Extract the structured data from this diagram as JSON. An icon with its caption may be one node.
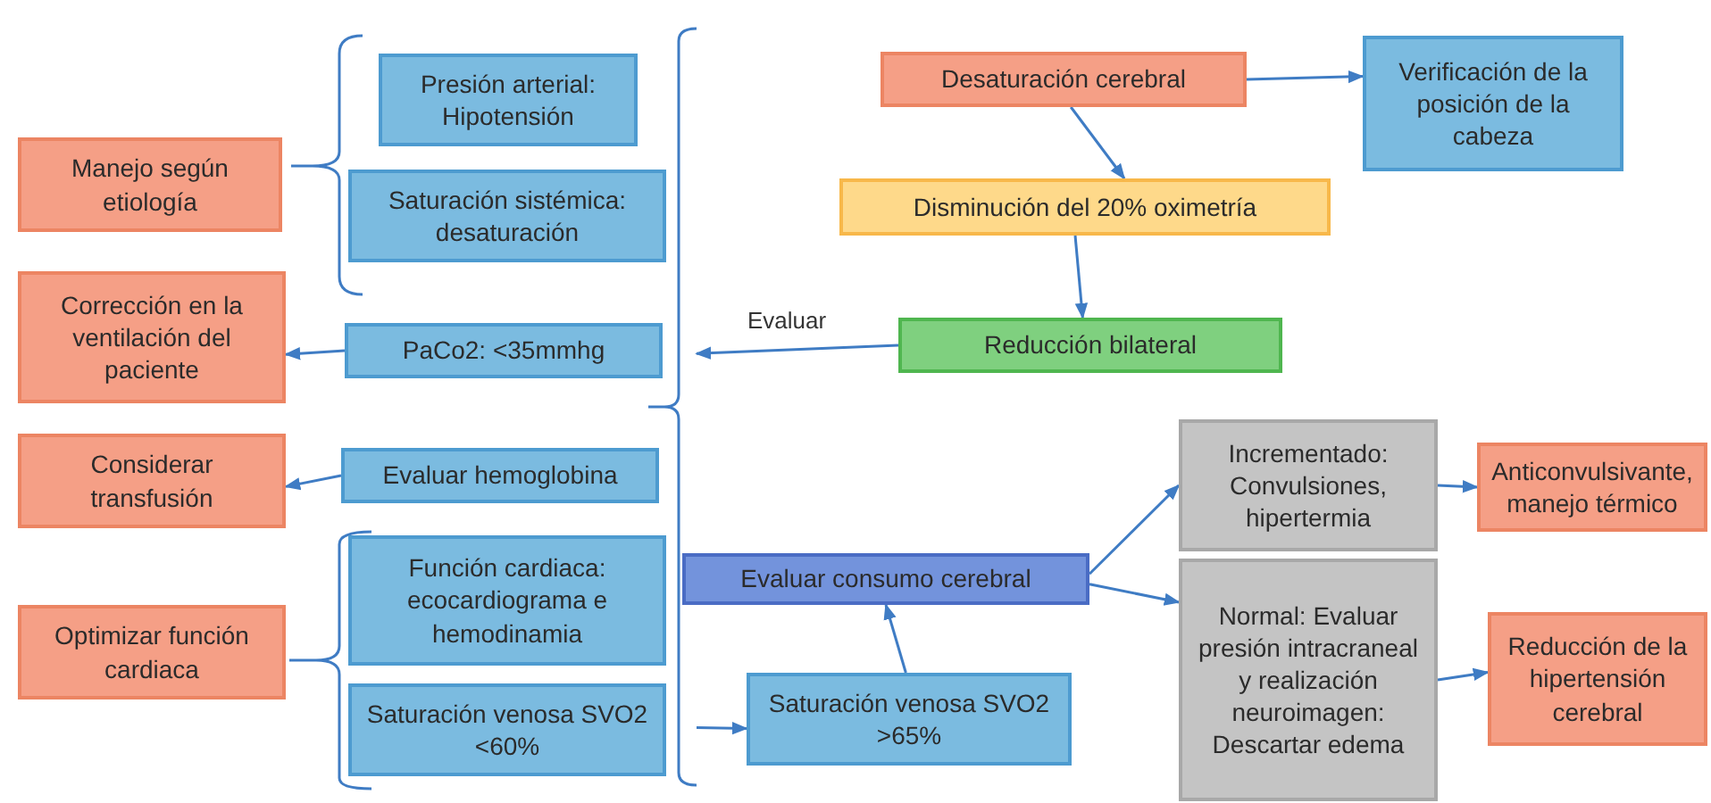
{
  "diagram": {
    "nodes": [
      {
        "text": [
          "Desaturación cerebral"
        ]
      },
      {
        "text": [
          "Verificación de la posición de la cabeza"
        ]
      },
      {
        "text": [
          "Disminución del 20% oximetría"
        ]
      },
      {
        "text": [
          "Reducción bilateral"
        ]
      },
      {
        "text": [
          "Manejo según etiología"
        ]
      },
      {
        "text": [
          "Presión arterial: Hipotensión"
        ]
      },
      {
        "text": [
          "Saturación sistémica: desaturación"
        ]
      },
      {
        "text": [
          "Corrección en la ventilación del paciente"
        ]
      },
      {
        "text": [
          "PaCo2:  <35mmhg"
        ]
      },
      {
        "text": [
          "Considerar transfusión"
        ]
      },
      {
        "text": [
          "Evaluar hemoglobina"
        ]
      },
      {
        "text": [
          "Optimizar función cardiaca"
        ]
      },
      {
        "text": [
          "Función cardiaca: ecocardiograma e hemodinamia"
        ]
      },
      {
        "text": [
          "Saturación venosa SVO2 <60%"
        ]
      },
      {
        "text": [
          "Evaluar consumo cerebral"
        ]
      },
      {
        "text": [
          "Saturación venosa SVO2 >65%"
        ]
      },
      {
        "text": [
          "Incrementado: Convulsiones, hipertermia"
        ]
      },
      {
        "text": [
          "Normal: Evaluar presión intracraneal y realización neuroimagen: Descartar edema"
        ]
      },
      {
        "text": [
          "Anticonvulsivante, manejo térmico"
        ]
      },
      {
        "text": [
          "Reducción de la hipertensión cerebral"
        ]
      },
      {
        "text": [],
        "shape": "bracket"
      }
    ],
    "edges": [
      {
        "from": 0,
        "to": 1,
        "arrow": "to"
      },
      {
        "from": 0,
        "to": 2,
        "arrow": "to"
      },
      {
        "from": 2,
        "to": 3,
        "arrow": "to"
      },
      {
        "from": 3,
        "to": 20,
        "arrow": "to",
        "label": "Evaluar"
      },
      {
        "from": 8,
        "to": 7,
        "arrow": "to"
      },
      {
        "from": 10,
        "to": 9,
        "arrow": "to"
      },
      {
        "from": 20,
        "to": 15,
        "arrow": "to"
      },
      {
        "from": 15,
        "to": 14,
        "arrow": "to"
      },
      {
        "from": 14,
        "to": 16,
        "arrow": "to"
      },
      {
        "from": 14,
        "to": 17,
        "arrow": "to"
      },
      {
        "from": 16,
        "to": 18,
        "arrow": "to"
      },
      {
        "from": 17,
        "to": 19,
        "arrow": "to"
      }
    ]
  }
}
